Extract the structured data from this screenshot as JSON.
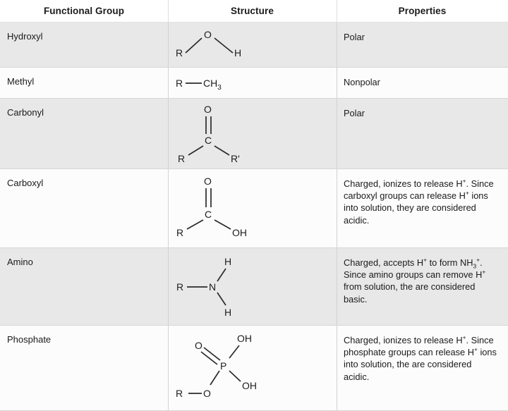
{
  "table": {
    "columns": [
      {
        "key": "group",
        "label": "Functional Group"
      },
      {
        "key": "structure",
        "label": "Structure"
      },
      {
        "key": "properties",
        "label": "Properties"
      }
    ],
    "rows": [
      {
        "group": "Hydroxyl",
        "structure_label": "R–O–H",
        "structure_atoms": [
          "R",
          "O",
          "H"
        ],
        "properties": "Polar",
        "shaded": true
      },
      {
        "group": "Methyl",
        "structure_label": "R—CH3",
        "structure_atoms": [
          "R",
          "CH",
          "3"
        ],
        "properties": "Nonpolar",
        "shaded": false
      },
      {
        "group": "Carbonyl",
        "structure_label": "R–C(=O)–R'",
        "structure_atoms": [
          "O",
          "C",
          "R",
          "R'"
        ],
        "properties": "Polar",
        "shaded": true
      },
      {
        "group": "Carboxyl",
        "structure_label": "R–C(=O)–OH",
        "structure_atoms": [
          "O",
          "C",
          "R",
          "OH"
        ],
        "properties_parts": [
          "Charged, ionizes to release H",
          "+",
          ". Since carboxyl groups can release H",
          "+",
          " ions into solution, they are considered acidic."
        ],
        "properties": "Charged, ionizes to release H+. Since carboxyl groups can release H+ ions into solution, they are considered acidic.",
        "shaded": false
      },
      {
        "group": "Amino",
        "structure_label": "R—N(H)(H)",
        "structure_atoms": [
          "H",
          "R",
          "N",
          "H"
        ],
        "properties": "Charged, accepts H+ to form NH3+.  Since amino groups can remove H+ from solution, the are considered basic.",
        "shaded": true
      },
      {
        "group": "Phosphate",
        "structure_label": "R—O–P(=O)(OH)(OH)",
        "structure_atoms": [
          "OH",
          "O",
          "P",
          "OH",
          "R",
          "O"
        ],
        "properties": "Charged, ionizes to release H+. Since phosphate groups can release H+ ions into solution, the are considered acidic.",
        "shaded": false
      }
    ]
  },
  "text_fragments": {
    "carboxyl_p1": "Charged, ionizes to release H",
    "carboxyl_p2": ". Since carboxyl groups can release H",
    "carboxyl_p3": " ions into solution, they are considered acidic.",
    "amino_p1": "Charged, accepts H",
    "amino_p2": " to form NH",
    "amino_p3": ".  Since amino groups can remove H",
    "amino_p4": " from solution, the are considered basic.",
    "phosphate_p1": "Charged, ionizes to release H",
    "phosphate_p2": ". Since phosphate groups can release H",
    "phosphate_p3": " ions into solution, the are considered acidic.",
    "plus": "+",
    "three": "3"
  },
  "atoms": {
    "R": "R",
    "R_prime": "R'",
    "O": "O",
    "H": "H",
    "N": "N",
    "C": "C",
    "P": "P",
    "OH": "OH",
    "CH": "CH",
    "three": "3"
  },
  "colors": {
    "shaded_row": "#e8e8e8",
    "plain_row": "#fcfcfc",
    "divider": "#d6d6d6",
    "text": "#1a1a1a",
    "bond": "#2b2b2b"
  }
}
